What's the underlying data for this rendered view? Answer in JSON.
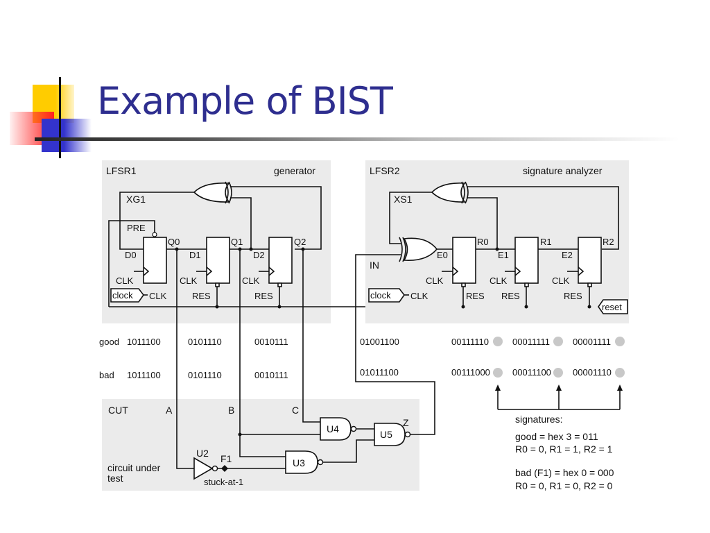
{
  "slide": {
    "title": "Example of BIST"
  },
  "lfsr1": {
    "name": "LFSR1",
    "role": "generator",
    "xor_label": "XG1",
    "preset_label": "PRE",
    "clock_port": "clock",
    "clk_label": "CLK",
    "res_label": "RES",
    "ff": [
      {
        "d": "D0",
        "q": "Q0"
      },
      {
        "d": "D1",
        "q": "Q1"
      },
      {
        "d": "D2",
        "q": "Q2"
      }
    ]
  },
  "lfsr2": {
    "name": "LFSR2",
    "role": "signature analyzer",
    "xor_label": "XS1",
    "input_label": "IN",
    "clock_port": "clock",
    "reset_port": "reset",
    "clk_label": "CLK",
    "res_label": "RES",
    "ff": [
      {
        "d": "E0",
        "q": "R0"
      },
      {
        "d": "E1",
        "q": "R1"
      },
      {
        "d": "E2",
        "q": "R2"
      }
    ]
  },
  "sequences": {
    "good_label": "good",
    "bad_label": "bad",
    "good": {
      "q0": "1011100",
      "q1": "0101110",
      "q2": "0010111",
      "in": "01001100",
      "r0": "00111110",
      "r1": "00011111",
      "r2": "00001111"
    },
    "bad": {
      "q0": "1011100",
      "q1": "0101110",
      "q2": "0010111",
      "in": "01011100",
      "r0": "00111000",
      "r1": "00011100",
      "r2": "00001110"
    }
  },
  "cut": {
    "name": "CUT",
    "description_line1": "circuit under",
    "description_line2": "test",
    "inputs": [
      "A",
      "B",
      "C"
    ],
    "gates": [
      "U2",
      "U3",
      "U4",
      "U5"
    ],
    "output": "Z",
    "fault_node": "F1",
    "fault_type": "stuck-at-1"
  },
  "signatures": {
    "heading": "signatures:",
    "good_line1": "good = hex 3 = 011",
    "good_line2": "R0 = 0, R1 = 1, R2 = 1",
    "bad_line1": "bad (F1) = hex 0 = 000",
    "bad_line2": "R0 = 0, R1 = 0, R2 = 0"
  }
}
